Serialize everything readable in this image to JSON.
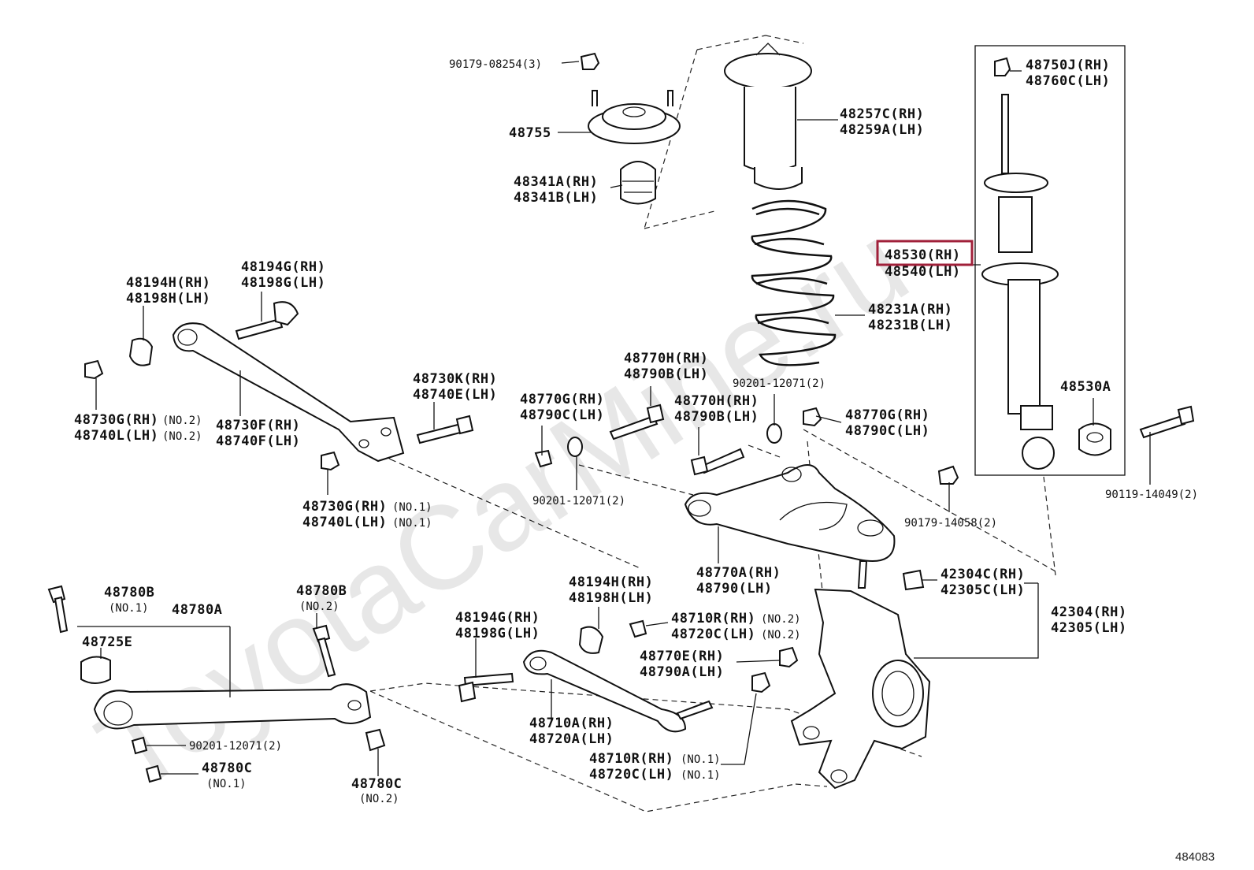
{
  "watermark": "ToyotaCarMine.ru",
  "figure_number": "484083",
  "highlighted_part": "48530(RH)",
  "labels": {
    "p90179_08254": "90179-08254(3)",
    "p48755": "48755",
    "p48341a": "48341A(RH)",
    "p48341b": "48341B(LH)",
    "p48257c": "48257C(RH)",
    "p48259a": "48259A(LH)",
    "p48231a": "48231A(RH)",
    "p48231b": "48231B(LH)",
    "p48750j": "48750J(RH)",
    "p48760c": "48760C(LH)",
    "p48530": "48530(RH)",
    "p48540": "48540(LH)",
    "p48530a": "48530A",
    "p90119_14049": "90119-14049(2)",
    "p90179_14058": "90179-14058(2)",
    "p48194g_top": "48194G(RH)",
    "p48198g_top": "48198G(LH)",
    "p48194h_top": "48194H(RH)",
    "p48198h_top": "48198H(LH)",
    "p48730g_no2": "48730G(RH)",
    "p48740l_no2": "48740L(LH)",
    "no2_a": "(NO.2)",
    "no2_b": "(NO.2)",
    "p48730f": "48730F(RH)",
    "p48740f": "48740F(LH)",
    "p48730k": "48730K(RH)",
    "p48740e": "48740E(LH)",
    "p48730g_no1": "48730G(RH)",
    "p48740l_no1": "48740L(LH)",
    "no1_a": "(NO.1)",
    "no1_b": "(NO.1)",
    "p48770g_left": "48770G(RH)",
    "p48790c_left": "48790C(LH)",
    "p90201_mid": "90201-12071(2)",
    "p48770h_top": "48770H(RH)",
    "p48790b_top": "48790B(LH)",
    "p48770h_mid": "48770H(RH)",
    "p48790b_mid": "48790B(LH)",
    "p90201_top": "90201-12071(2)",
    "p48770g_right": "48770G(RH)",
    "p48790c_right": "48790C(LH)",
    "p48770a": "48770A(RH)",
    "p48790": "48790(LH)",
    "p42304c": "42304C(RH)",
    "p42305c": "42305C(LH)",
    "p42304": "42304(RH)",
    "p42305": "42305(LH)",
    "p48780b_left": "48780B",
    "no1_780b": "(NO.1)",
    "p48780a": "48780A",
    "p48780b_mid": "48780B",
    "no2_780b": "(NO.2)",
    "p48725e": "48725E",
    "p90201_bottom": "90201-12071(2)",
    "p48780c_left": "48780C",
    "no1_780c": "(NO.1)",
    "p48780c_right": "48780C",
    "no2_780c": "(NO.2)",
    "p48194h_bot": "48194H(RH)",
    "p48198h_bot": "48198H(LH)",
    "p48194g_bot": "48194G(RH)",
    "p48198g_bot": "48198G(LH)",
    "p48710r_no2": "48710R(RH)",
    "p48720c_no2": "48720C(LH)",
    "no2_710a": "(NO.2)",
    "no2_710b": "(NO.2)",
    "p48770e": "48770E(RH)",
    "p48790a": "48790A(LH)",
    "p48710a": "48710A(RH)",
    "p48720a": "48720A(LH)",
    "p48710r_no1": "48710R(RH)",
    "p48720c_no1": "48720C(LH)",
    "no1_710a": "(NO.1)",
    "no1_710b": "(NO.1)"
  },
  "colors": {
    "highlight_box": "#a0203a",
    "line": "#111111",
    "watermark": "#e7e7e7"
  }
}
